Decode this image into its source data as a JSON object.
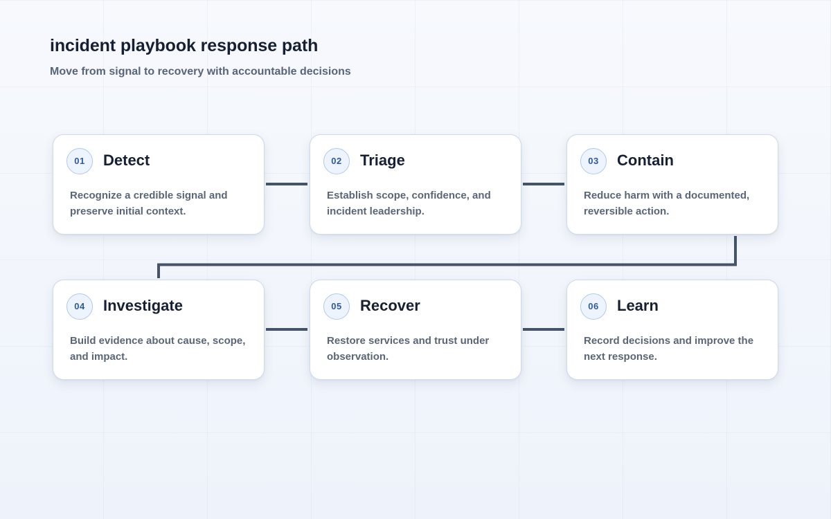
{
  "header": {
    "title": "incident playbook response path",
    "subtitle": "Move from signal to recovery with accountable decisions"
  },
  "steps": [
    {
      "number": "01",
      "title": "Detect",
      "description": "Recognize a credible signal and preserve initial context."
    },
    {
      "number": "02",
      "title": "Triage",
      "description": "Establish scope, confidence, and incident leadership."
    },
    {
      "number": "03",
      "title": "Contain",
      "description": "Reduce harm with a documented, reversible action."
    },
    {
      "number": "04",
      "title": "Investigate",
      "description": "Build evidence about cause, scope, and impact."
    },
    {
      "number": "05",
      "title": "Recover",
      "description": "Restore services and trust under observation."
    },
    {
      "number": "06",
      "title": "Learn",
      "description": "Record decisions and improve the next response."
    }
  ],
  "colors": {
    "connector": "#455468",
    "badge_text": "#2c5aa0",
    "title_text": "#172033"
  }
}
